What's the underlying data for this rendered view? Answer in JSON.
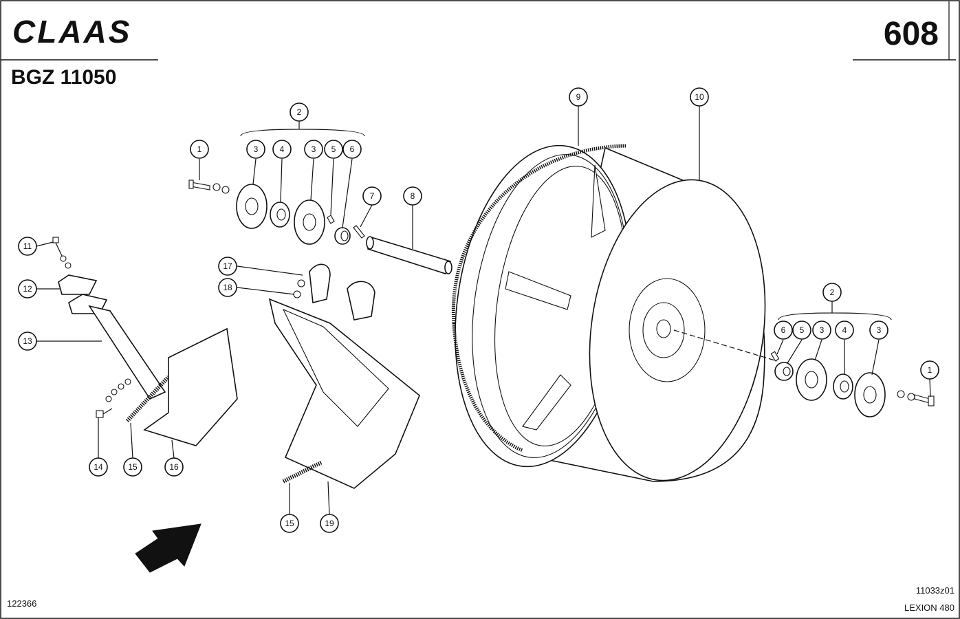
{
  "header": {
    "brand_logo_text": "CLAAS",
    "page_number": "608",
    "group_code": "BGZ 11050"
  },
  "footer": {
    "left_code": "122366",
    "drawing_code": "11033z01",
    "model": "LEXION 480"
  },
  "colors": {
    "ink": "#111111",
    "paper": "#ffffff"
  },
  "callouts": [
    {
      "label": "1"
    },
    {
      "label": "2"
    },
    {
      "label": "3"
    },
    {
      "label": "4"
    },
    {
      "label": "3"
    },
    {
      "label": "5"
    },
    {
      "label": "6"
    },
    {
      "label": "7"
    },
    {
      "label": "8"
    },
    {
      "label": "9"
    },
    {
      "label": "10"
    },
    {
      "label": "11"
    },
    {
      "label": "12"
    },
    {
      "label": "13"
    },
    {
      "label": "14"
    },
    {
      "label": "15"
    },
    {
      "label": "16"
    },
    {
      "label": "17"
    },
    {
      "label": "18"
    },
    {
      "label": "15"
    },
    {
      "label": "19"
    },
    {
      "label": "2"
    },
    {
      "label": "6"
    },
    {
      "label": "5"
    },
    {
      "label": "3"
    },
    {
      "label": "4"
    },
    {
      "label": "3"
    },
    {
      "label": "1"
    }
  ],
  "direction_arrow_icon": "arrow-up-right-icon"
}
